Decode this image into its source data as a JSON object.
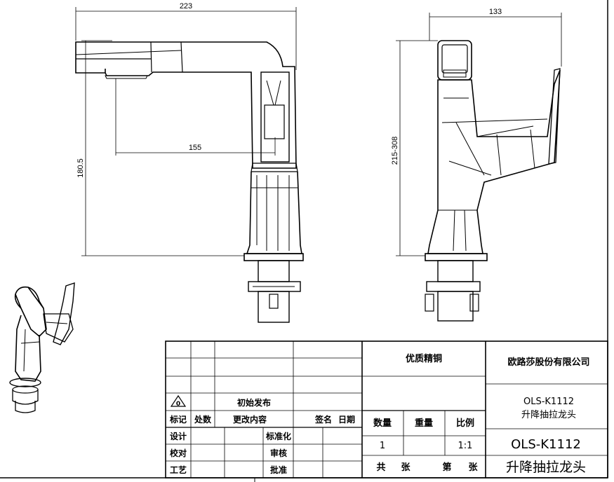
{
  "dimensions": {
    "width_front": "223",
    "height_front": "180.5",
    "reach": "155",
    "width_side": "133",
    "height_side": "215-308"
  },
  "title_block": {
    "material": "优质精铜",
    "company": "欧路莎股份有限公司",
    "model_small": "OLS-K1112",
    "name_small": "升降抽拉龙头",
    "model_large": "OLS-K1112",
    "name_large": "升降抽拉龙头",
    "revision_mark": "0",
    "release_note": "初始发布",
    "col_mark": "标记",
    "col_count": "处数",
    "col_change": "更改内容",
    "col_sign": "签名",
    "col_date": "日期",
    "design": "设计",
    "check": "校对",
    "process": "工艺",
    "standard": "标准化",
    "review": "审核",
    "approve": "批准",
    "qty_label": "数量",
    "weight_label": "重量",
    "scale_label": "比例",
    "qty_value": "1",
    "scale_value": "1:1",
    "total_label": "共",
    "sheets_label": "张",
    "sheet_no_label": "第",
    "sheet_label": "张"
  }
}
